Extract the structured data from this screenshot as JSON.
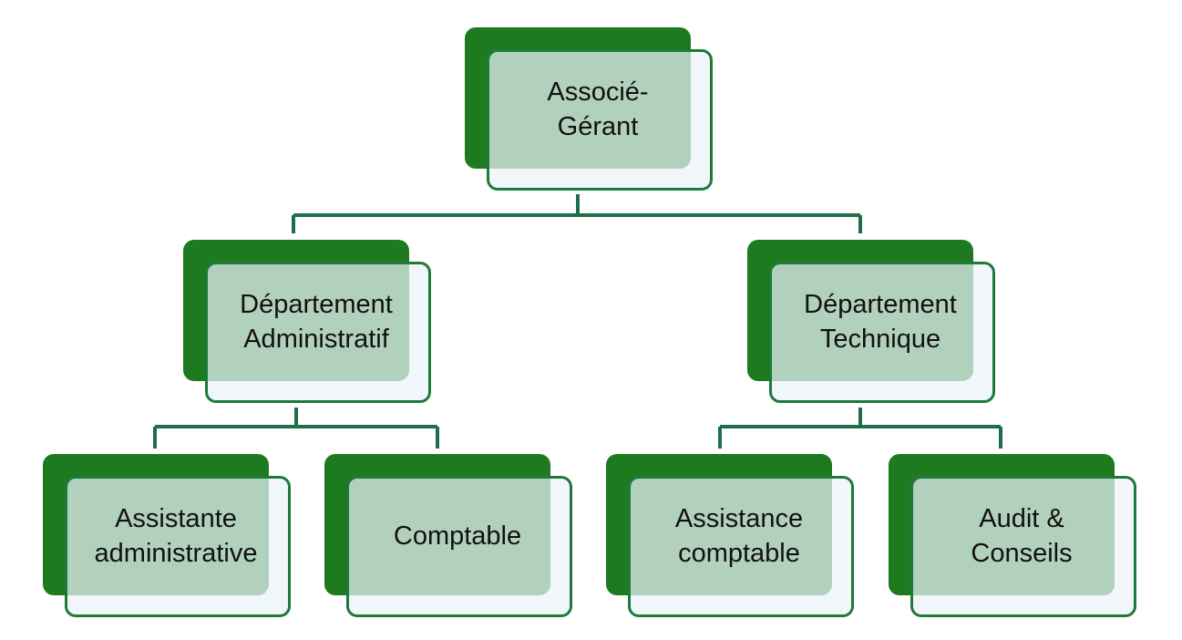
{
  "colors": {
    "accent": "#1e7a1e",
    "connector": "#1e6e4a",
    "box_border": "#1e7a3a",
    "box_fill": "#ecf2fa",
    "text": "#111111"
  },
  "nodes": {
    "root": {
      "label": "Associé-\nGérant"
    },
    "admin": {
      "label": "Département\nAdministratif"
    },
    "tech": {
      "label": "Département\nTechnique"
    },
    "assistante": {
      "label": "Assistante\nadministrative"
    },
    "comptable": {
      "label": "Comptable"
    },
    "assistance": {
      "label": "Assistance\ncomptable"
    },
    "audit": {
      "label": "Audit &\nConseils"
    }
  }
}
